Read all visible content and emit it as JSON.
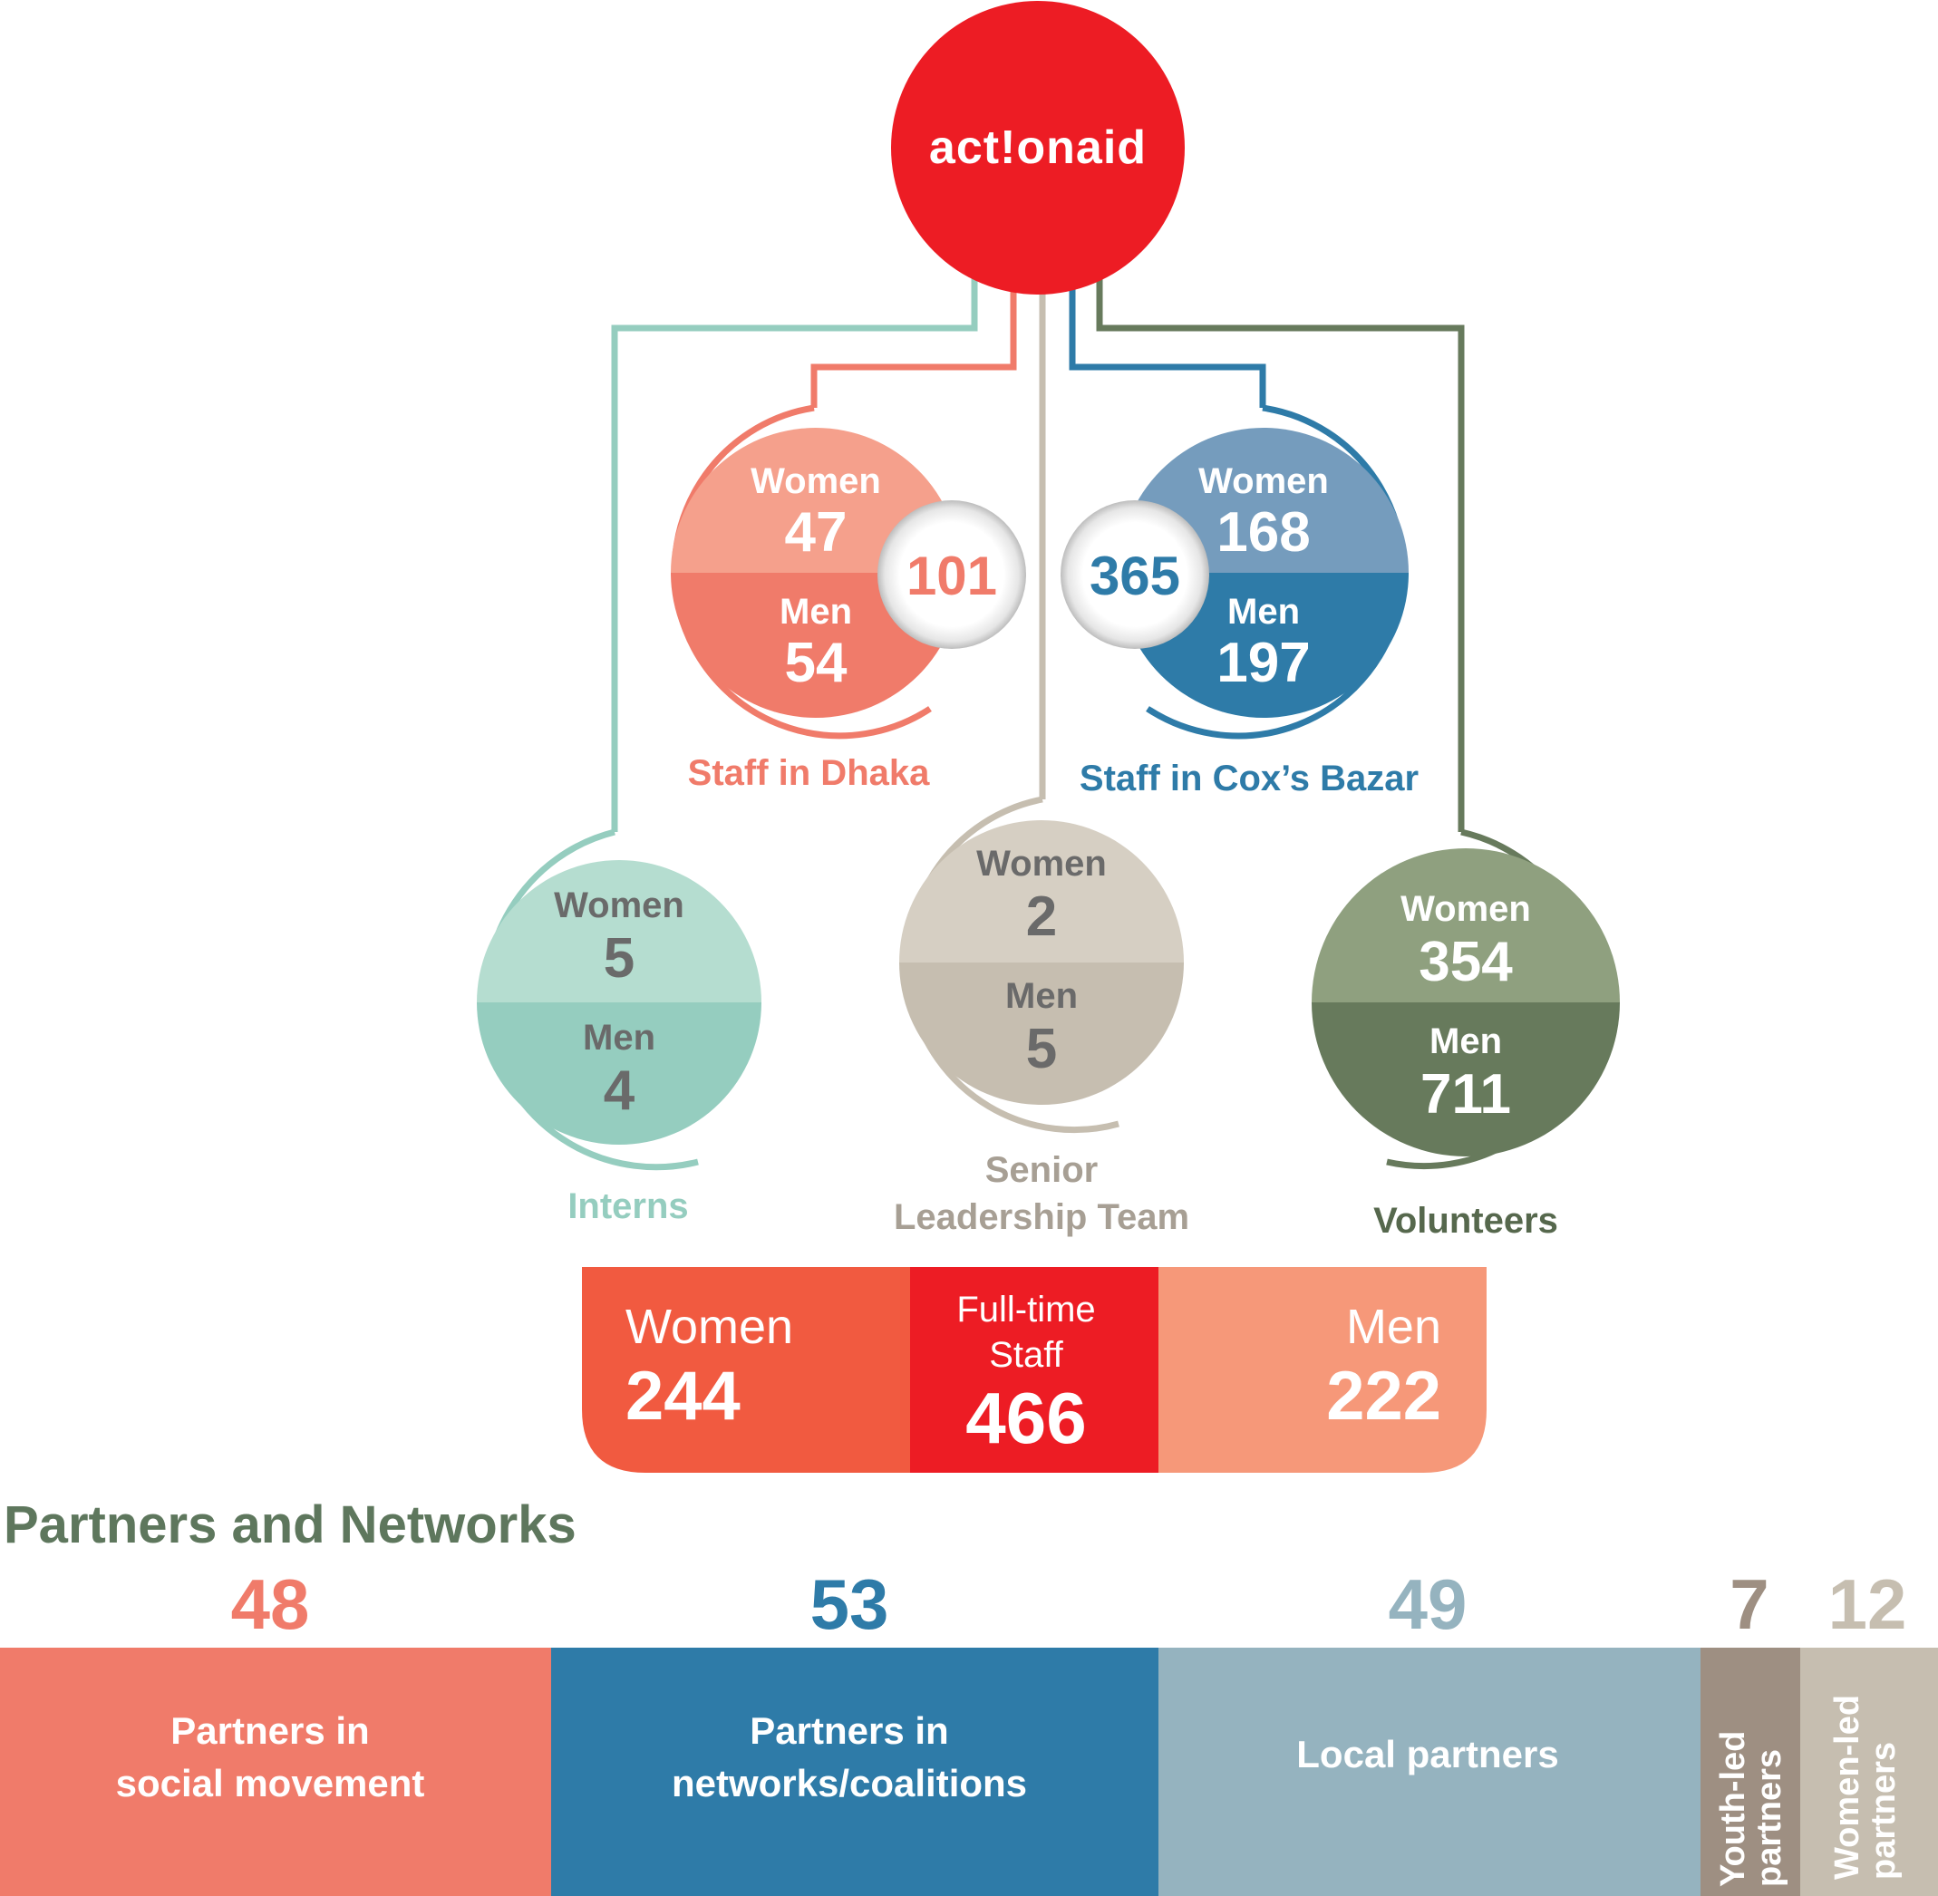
{
  "brand": {
    "logo_text": "act!onaid",
    "color": "#ED1C24"
  },
  "groups": {
    "dhaka": {
      "label": "Staff in Dhaka",
      "women_label": "Women",
      "women": "47",
      "men_label": "Men",
      "men": "54",
      "total": "101",
      "colors": {
        "women": "#F5A08C",
        "men": "#F07B6A",
        "line": "#F07B6A",
        "text": "#F07B6A"
      }
    },
    "coxs": {
      "label": "Staff in Cox’s Bazar",
      "women_label": "Women",
      "women": "168",
      "men_label": "Men",
      "men": "197",
      "total": "365",
      "colors": {
        "women": "#759CBD",
        "men": "#2E7BA8",
        "line": "#2E7BA8",
        "text": "#2E7BA8"
      }
    },
    "interns": {
      "label": "Interns",
      "women_label": "Women",
      "women": "5",
      "men_label": "Men",
      "men": "4",
      "colors": {
        "women": "#B5DDD0",
        "men": "#95CDBF",
        "line": "#95CDBF",
        "text": "#95CDBF"
      }
    },
    "slt": {
      "label_line1": "Senior",
      "label_line2": "Leadership Team",
      "women_label": "Women",
      "women": "2",
      "men_label": "Men",
      "men": "5",
      "colors": {
        "women": "#D6CFC3",
        "men": "#C6BEB0",
        "line": "#C6BEB0",
        "text": "#A79F94"
      }
    },
    "volunteers": {
      "label": "Volunteers",
      "women_label": "Women",
      "women": "354",
      "men_label": "Men",
      "men": "711",
      "colors": {
        "women": "#8FA07F",
        "men": "#677A5C",
        "line": "#677A5C",
        "text": "#56684D"
      }
    }
  },
  "fulltime": {
    "women_label": "Women",
    "women": "244",
    "center_line1": "Full-time",
    "center_line2": "Staff",
    "total": "466",
    "men_label": "Men",
    "men": "222",
    "colors": {
      "women": "#F15A40",
      "center": "#ED1C24",
      "men": "#F69879"
    }
  },
  "partners": {
    "title": "Partners and Networks",
    "title_color": "#5E775D",
    "items": [
      {
        "count": "48",
        "label_line1": "Partners in",
        "label_line2": "social movement",
        "color": "#F07B6A",
        "count_color": "#F07B6A"
      },
      {
        "count": "53",
        "label_line1": "Partners in",
        "label_line2": "networks/coalitions",
        "color": "#2E7BA8",
        "count_color": "#2E7BA8"
      },
      {
        "count": "49",
        "label_line1": "Local partners",
        "label_line2": "",
        "color": "#95B3BF",
        "count_color": "#95B3BF"
      },
      {
        "count": "7",
        "label_line1": "Youth-led",
        "label_line2": "partners",
        "color": "#9E8F82",
        "count_color": "#9E8F82"
      },
      {
        "count": "12",
        "label_line1": "Women-led",
        "label_line2": "partners",
        "color": "#C6BEB0",
        "count_color": "#C6BEB0"
      }
    ]
  }
}
